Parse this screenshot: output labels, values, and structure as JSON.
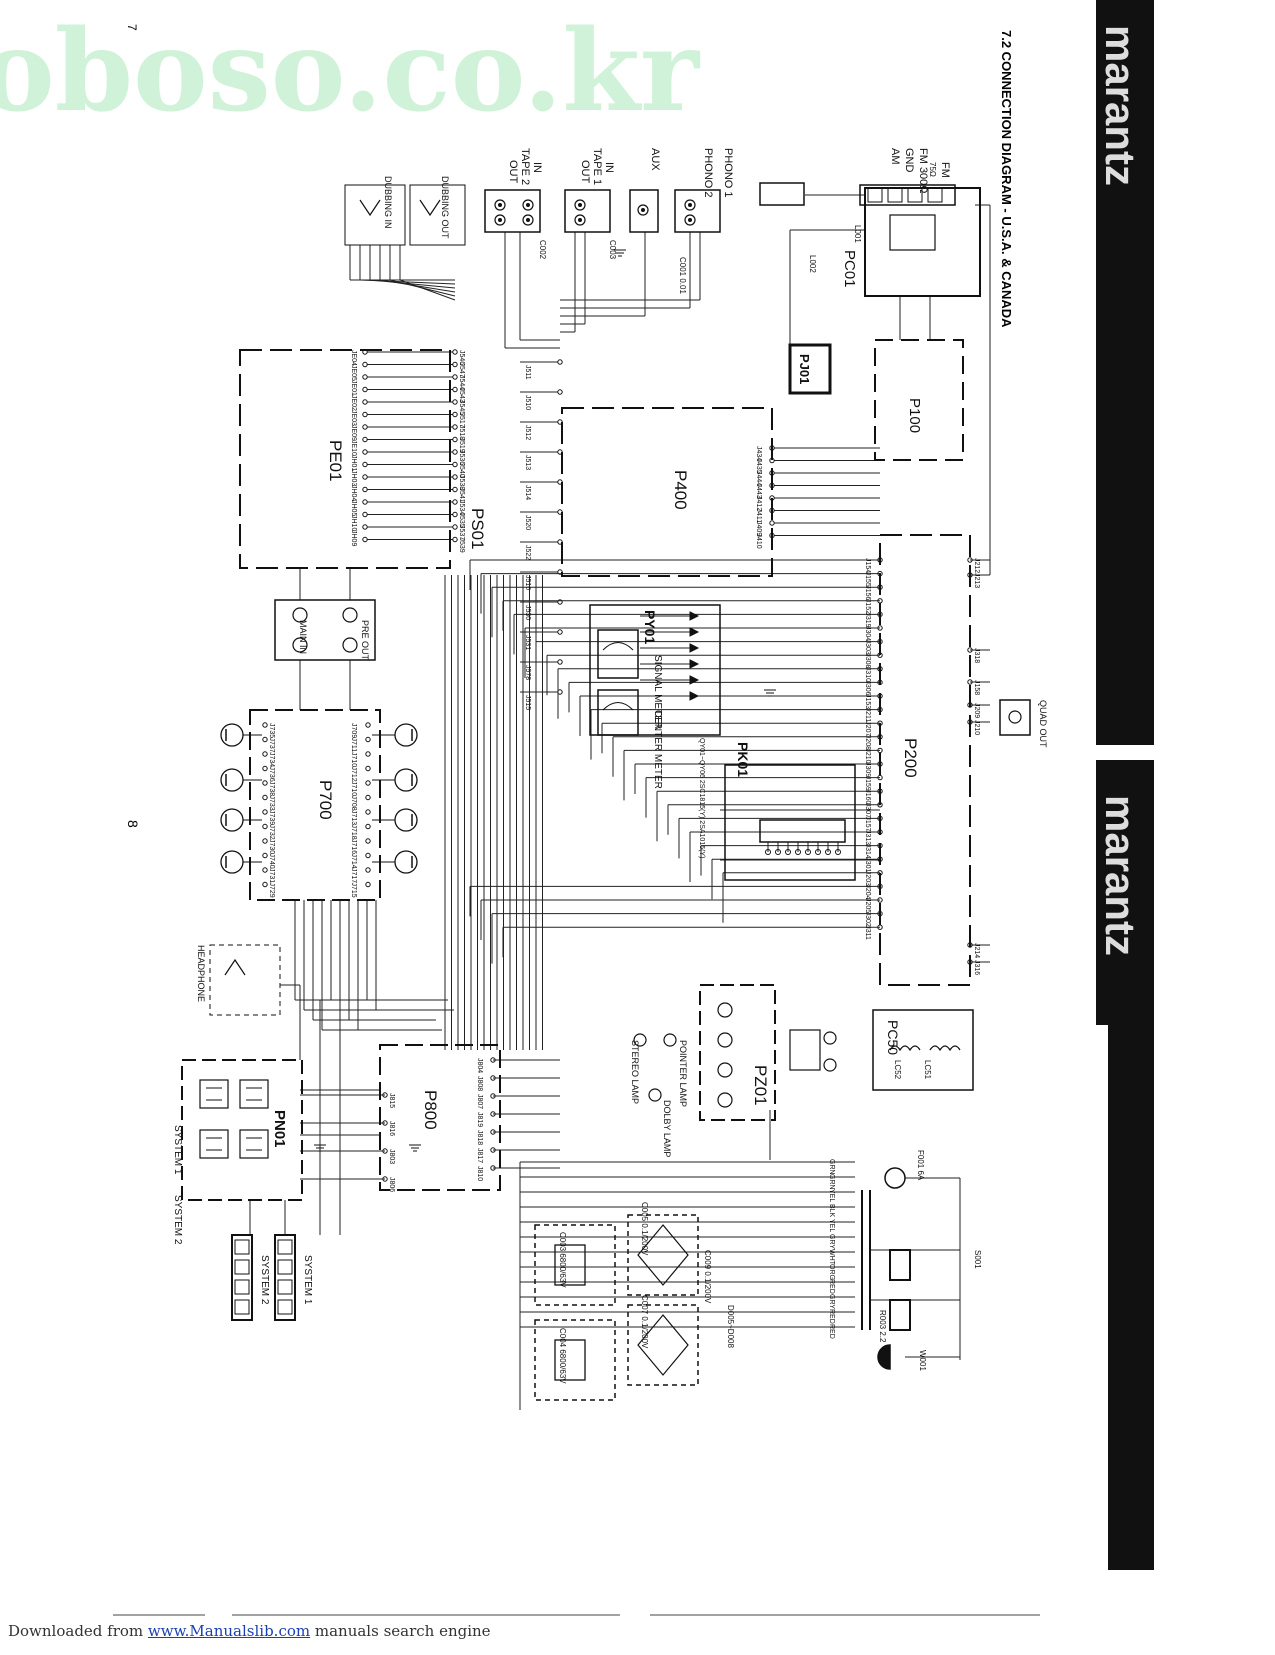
{
  "watermark": "oboso.co.kr",
  "page_numbers": {
    "top": "7",
    "middle": "8"
  },
  "title": "7.2 CONNECTION DIAGRAM - U.S.A. & CANADA",
  "side_brand": "marantz",
  "boards": {
    "p100": "P100",
    "pc01": "PC01",
    "pj01": "PJ01",
    "p400": "P400",
    "ps01": "PS01",
    "pe01": "PE01",
    "p200": "P200",
    "py01": "PY01",
    "pk01": "PK01",
    "p700": "P700",
    "pc50": "PC50",
    "pz01": "PZ01",
    "p800": "P800",
    "pn01": "PN01"
  },
  "terminals": {
    "fm": "FM",
    "fm_ohm": "75Ω",
    "fm300": "FM 300Ω",
    "gnd": "GND",
    "am": "AM",
    "phono1": "PHONO 1",
    "phono2": "PHONO 2",
    "aux": "AUX",
    "tape1_in": "IN",
    "tape1_label": "TAPE 1",
    "tape1_out": "OUT",
    "tape2_in": "IN",
    "tape2_label": "TAPE 2",
    "tape2_out": "OUT",
    "dubbing_out": "DUBBING OUT",
    "dubbing_in": "DUBBING IN",
    "pre_out": "PRE OUT",
    "main_in": "MAIN IN",
    "quad_out": "QUAD OUT",
    "headphone": "HEADPHONE",
    "system1": "SYSTEM 1",
    "system2": "SYSTEM 2",
    "system1b": "SYSTEM 1",
    "system2b": "SYSTEM 2"
  },
  "meters": {
    "signal": "SIGNAL METER",
    "center": "CENTER METER"
  },
  "lamps": {
    "stereo": "STEREO LAMP",
    "dolby": "DOLBY LAMP",
    "pointer": "POINTER LAMP"
  },
  "wire_colors": [
    "GRN",
    "GRN",
    "YEL",
    "BLK",
    "YEL",
    "GRY",
    "WHT",
    "ORG",
    "RED",
    "GRY",
    "RED",
    "RED"
  ],
  "jack_labels": {
    "pe01_left": [
      "JE04",
      "JE05",
      "JE01",
      "JE02",
      "JE03",
      "JE09",
      "JE10",
      "JH01",
      "JH03",
      "JH04",
      "JH05",
      "JH10",
      "JH09"
    ],
    "ps01_in": [
      "J546",
      "J547",
      "J544",
      "J543",
      "J545",
      "J517",
      "J518",
      "J519",
      "J536",
      "J540",
      "J538",
      "J541",
      "J534",
      "J535",
      "J537",
      "J539"
    ],
    "p400_left": [
      "J511",
      "J510",
      "J512",
      "J513",
      "J514",
      "J520",
      "J522",
      "J516",
      "J530",
      "J531",
      "J578",
      "J515"
    ],
    "p400_right": [
      "J434",
      "J435",
      "J444",
      "J443",
      "J412",
      "J411",
      "J409",
      "J410"
    ],
    "p200_left": [
      "J154",
      "J155",
      "J156",
      "J152",
      "J319",
      "J304",
      "J303",
      "J308",
      "J310",
      "J306",
      "J153",
      "J211",
      "J207",
      "J208",
      "J210",
      "J309",
      "J159",
      "J160",
      "J307",
      "J157",
      "J313",
      "J314",
      "J301",
      "J203",
      "J204",
      "J205",
      "J302",
      "J311"
    ],
    "p200_right": [
      "J212",
      "J213",
      "J318",
      "J158",
      "J209",
      "J210",
      "J214",
      "J316"
    ],
    "p700_left": [
      "J735",
      "J737",
      "J734",
      "J736",
      "J738",
      "J733",
      "J739",
      "J732",
      "J730",
      "J740",
      "J731",
      "J729"
    ],
    "p700_right": [
      "J709",
      "J711",
      "J710",
      "J712",
      "J710",
      "J708",
      "J713",
      "J718",
      "J716",
      "J714",
      "J717",
      "J715"
    ],
    "p800_right": [
      "J804",
      "J808",
      "J807",
      "J819",
      "J818",
      "J817",
      "J810"
    ],
    "p800_left": [
      "J815",
      "J816",
      "J803",
      "J806"
    ]
  },
  "component_labels": {
    "c001": "C001 0.01",
    "c002": "C002",
    "c003": "C003",
    "c005": "C005 0.1/200V",
    "c007": "C007 0.1/200V",
    "c009": "C009 0.1/200V",
    "c003b": "C003 6800/63V",
    "c004": "C004 6800/63V",
    "l001": "L001",
    "l002": "L002",
    "lc51": "LC51",
    "lc52": "LC52",
    "f001": "F001 6A",
    "s001": "S001",
    "w001": "W001",
    "d005": "D005~D008",
    "r003": "R003 2.2",
    "qyd": "QY01~QY06 2SC1815(Y) 2SA1015(Y)"
  },
  "footer": {
    "prefix": "Downloaded from ",
    "link": "www.Manualslib.com",
    "suffix": " manuals search engine"
  }
}
